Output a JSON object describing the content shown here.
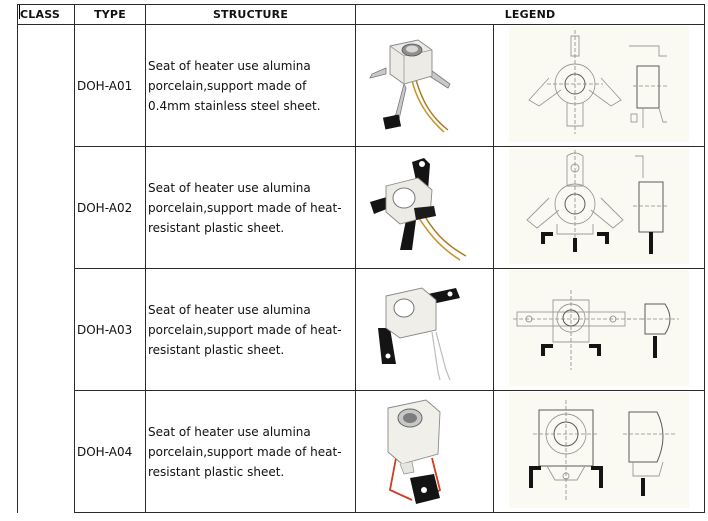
{
  "table": {
    "headers": {
      "class": "CLASS",
      "type": "TYPE",
      "structure": "STRUCTURE",
      "legend": "LEGEND"
    },
    "rows": [
      {
        "type": "DOH-A01",
        "structure": "Seat of heater use alumina porcelain,support made of 0.4mm stainless steel sheet."
      },
      {
        "type": "DOH-A02",
        "structure": "Seat of heater use alumina porcelain,support made of heat-resistant plastic sheet."
      },
      {
        "type": "DOH-A03",
        "structure": "Seat of heater use alumina porcelain,support made of heat-resistant plastic sheet."
      },
      {
        "type": "DOH-A04",
        "structure": "Seat of heater use alumina porcelain,support made of heat-resistant plastic sheet."
      }
    ]
  },
  "colors": {
    "border": "#2b2b2b",
    "drawing_background": "#fbfaf2",
    "porcelain": "#ecebe6",
    "bracket_black": "#141414",
    "steel": "#c9c9c9",
    "wire_gold": "#c9952a",
    "wire_red": "#d23b1f"
  }
}
